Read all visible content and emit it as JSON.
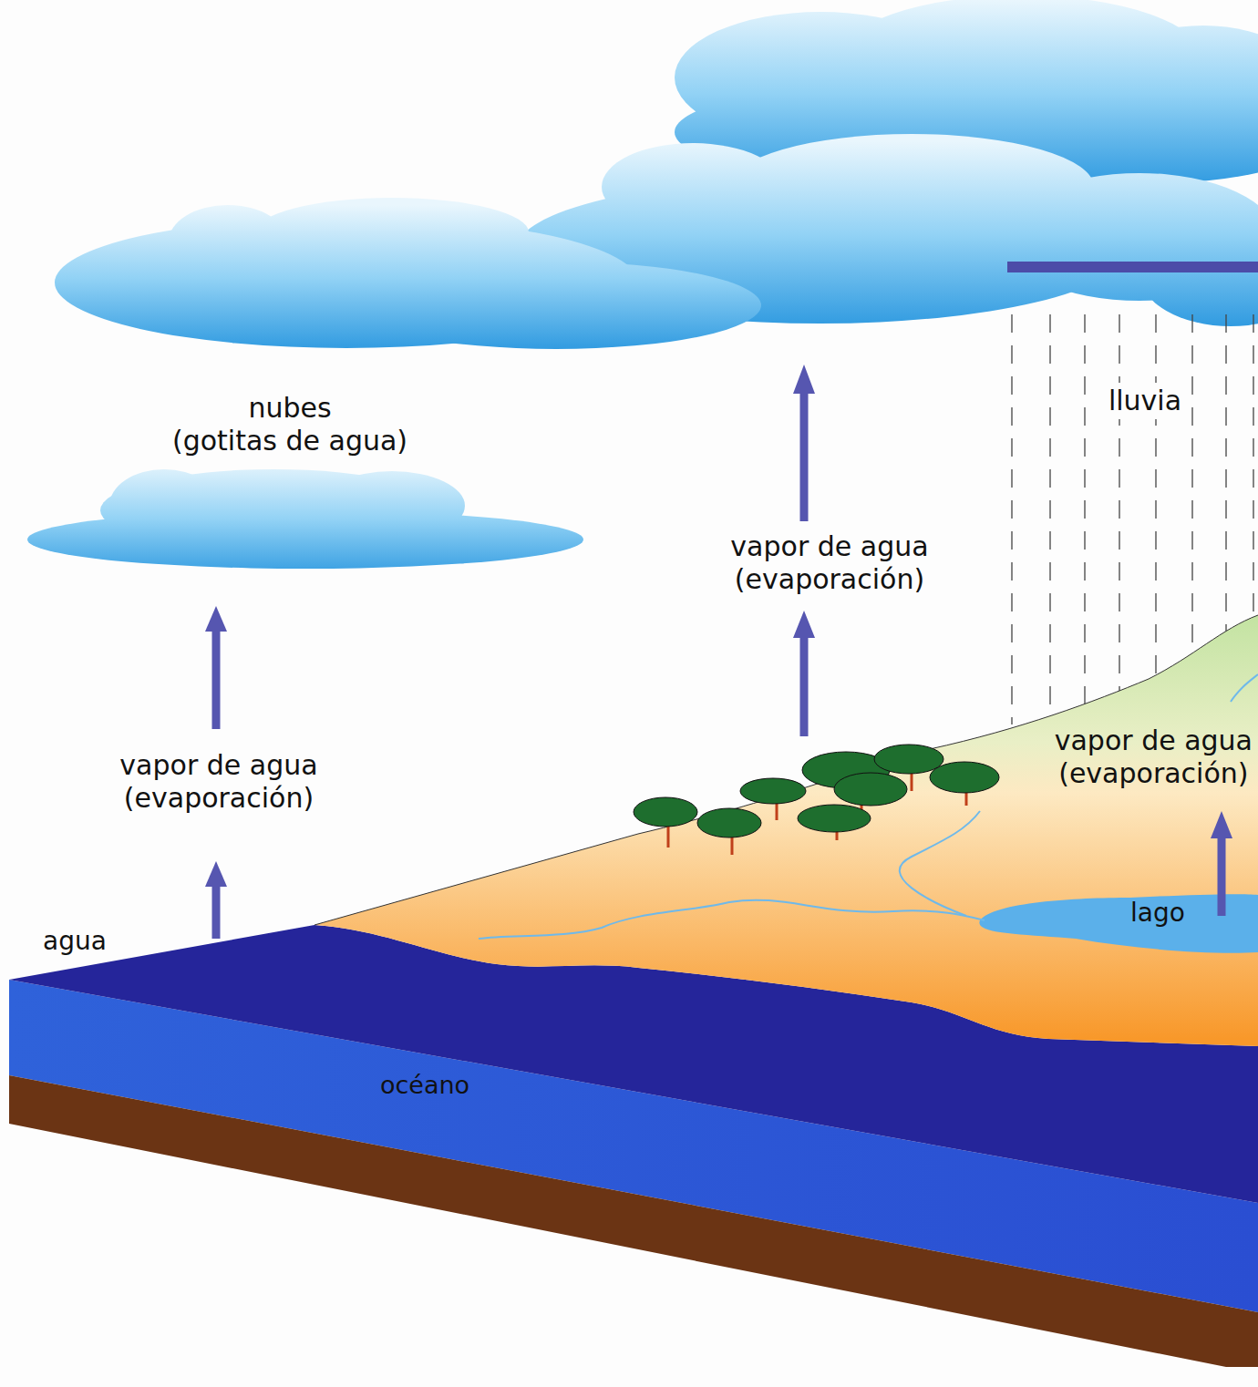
{
  "diagram": {
    "labels": [
      "nubes (gotitas de agua)",
      "vapor de agua (evaporación)",
      "vapor de agua (evaporación)",
      "lluvia",
      "vapor de agua (evaporación)",
      "agua",
      "lago",
      "océano"
    ]
  }
}
